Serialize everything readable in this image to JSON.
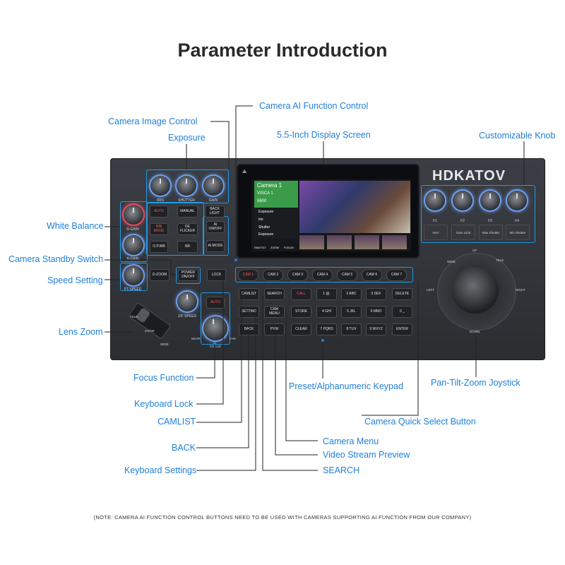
{
  "title": "Parameter Introduction",
  "labels": {
    "camera_ai": "Camera AI Function Control",
    "camera_image": "Camera Image Control",
    "exposure": "Exposure",
    "display": "5.5-Inch Display Screen",
    "knob": "Customizable Knob",
    "white_balance": "White Balance",
    "standby": "Camera Standby Switch",
    "speed": "Speed Setting",
    "lens_zoom": "Lens Zoom",
    "focus": "Focus Function",
    "keyboard_lock": "Keyboard Lock",
    "camlist": "CAMLIST",
    "back": "BACK",
    "keyboard_settings": "Keyboard Settings",
    "keypad": "Preset/Alphanumeric Keypad",
    "joystick": "Pan-Tilt-Zoom Joystick",
    "quick_select": "Camera Quick Select Button",
    "camera_menu": "Camera Menu",
    "video_preview": "Video Stream Preview",
    "search": "SEARCH"
  },
  "device": {
    "brand": "HDKATOV",
    "knob_labels": [
      "IRIS",
      "SHUTTER",
      "GAIN"
    ],
    "wb_labels": [
      "R-GAIN",
      "B-GAIN"
    ],
    "speed_labels": [
      "PT-SPEED",
      "Z/F-SPEED"
    ],
    "focus_labels": [
      "NEAR",
      "FAR",
      "FOCUS"
    ],
    "zoom_labels": [
      "TELE",
      "ZOOM",
      "WIDE"
    ],
    "top_buttons": [
      {
        "label": "AUTO",
        "red": true
      },
      {
        "label": "MANUAL",
        "red": false
      },
      {
        "label": "BACK LIGHT",
        "red": false
      },
      {
        "label": "WB MODE",
        "red": true
      },
      {
        "label": "DE FLICKER",
        "red": false
      },
      {
        "label": "AI ON/OFF",
        "red": false
      },
      {
        "label": "O.P.WB",
        "red": false
      },
      {
        "label": "NR",
        "red": false
      },
      {
        "label": "AI MODE",
        "red": false
      }
    ],
    "mid_buttons": [
      "D-ZOOM",
      "POWER ON/OFF",
      "LOCK"
    ],
    "focus_auto": "AUTO",
    "cams": [
      "CAM 1",
      "CAM 2",
      "CAM 3",
      "CAM 4",
      "CAM 5",
      "CAM 6",
      "CAM 7"
    ],
    "left_keys": [
      "CAMLIST",
      "SETTING",
      "BACK"
    ],
    "mid_keys": [
      "SEARCH",
      "CAM MENU",
      "PVW"
    ],
    "keypad": [
      [
        "CALL",
        "1 @.",
        "2 ABC",
        "3 DEF",
        "DELETE"
      ],
      [
        "STORE",
        "4 GHI",
        "5 JKL",
        "6 MNO",
        "0 _"
      ],
      [
        "CLEAR",
        "7 PQRS",
        "8 TUV",
        "9 WXYZ",
        "ENTER"
      ]
    ],
    "f_keys": [
      {
        "key": "F1",
        "sub": "NAV"
      },
      {
        "key": "F2",
        "sub": "Gain Limit"
      },
      {
        "key": "F3",
        "sub": "Max Shutter"
      },
      {
        "key": "F4",
        "sub": "Min Shutter"
      }
    ],
    "joystick_labels": {
      "up": "UP",
      "down": "DOWN",
      "left": "LEFT",
      "right": "RIGHT",
      "tele": "TELE",
      "wide": "WIDE"
    },
    "screen": {
      "camera": "Camera 1",
      "protocol": "VISCA 1",
      "baud": "9600",
      "menu": [
        "Exposure",
        "Iris",
        "Shutter",
        "Exposure"
      ],
      "footer": [
        "PAN/TILT",
        "ZOOM",
        "FOCUS"
      ]
    }
  },
  "note": "(NOTE: CAMERA AI FUNCTION CONTROL BUTTONS NEED TO BE USED WITH CAMERAS SUPPORTING AI FUNCTION FROM OUR COMPANY)",
  "colors": {
    "label": "#1f7fd9",
    "panel": "#34373c",
    "highlight": "#1e9be9",
    "accent_red": "#ff5a5a"
  }
}
